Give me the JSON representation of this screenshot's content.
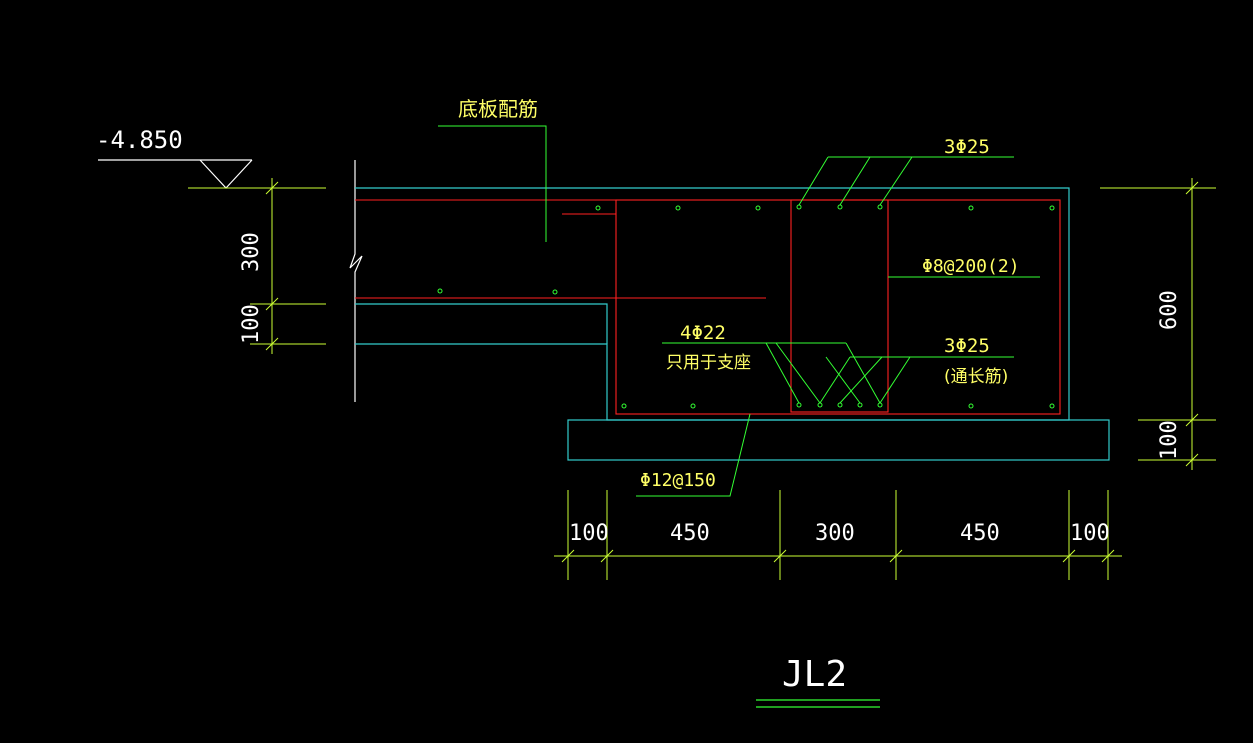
{
  "drawing": {
    "title": "JL2",
    "elevation": "-4.850",
    "slab_rebar_label": "底板配筋",
    "top_bars_label": "3Φ25",
    "stirrup_label": "Φ8@200(2)",
    "support_bars_label": "4Φ22",
    "support_note": "只用于支座",
    "bottom_bars_label": "3Φ25",
    "bottom_bars_note": "(通长筋)",
    "bottom_slab_bar_label": "Φ12@150",
    "dim_left_300": "300",
    "dim_left_100": "100",
    "dim_right_600": "600",
    "dim_right_100": "100",
    "dim_bottom": [
      "100",
      "450",
      "300",
      "450",
      "100"
    ]
  },
  "colors": {
    "background": "#000000",
    "concrete_outline": "#33cccc",
    "rebar": "#ff2020",
    "leader": "#33ff33",
    "dimension": "#ccff33",
    "text": "#ffff66",
    "white": "#ffffff"
  }
}
